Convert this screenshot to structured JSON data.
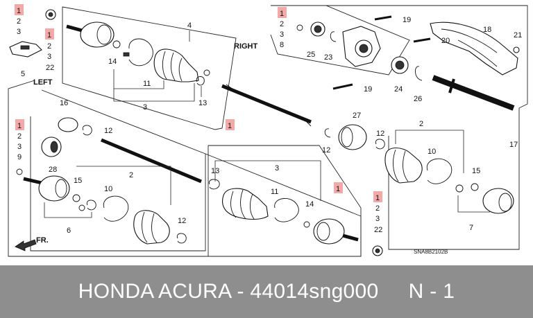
{
  "diagram": {
    "section_right": "RIGHT",
    "section_left": "LEFT",
    "direction_marker": "FR.",
    "drawing_code": "SNA8B2102B",
    "highlight_color": "#f4a9a9",
    "refs": {
      "r1a": "1",
      "r2a": "2",
      "r3a": "3",
      "r1b": "1",
      "r2b": "2",
      "r3b": "3",
      "r22b": "22",
      "r4": "4",
      "r14a": "14",
      "r11a": "11",
      "r3c": "3",
      "r13a": "13",
      "r1c": "1",
      "r1d": "1",
      "r2d": "2",
      "r3d": "3",
      "r8d": "8",
      "r19a": "19",
      "r25": "25",
      "r23": "23",
      "r19b": "19",
      "r18": "18",
      "r20": "20",
      "r21": "21",
      "r24": "24",
      "r26": "26",
      "r27": "27",
      "r12a": "12",
      "r12b": "12",
      "r2e": "2",
      "r10a": "10",
      "r15a": "15",
      "r17": "17",
      "r7": "7",
      "r5": "5",
      "r16": "16",
      "r12c": "12",
      "r1f": "1",
      "r2f": "2",
      "r3f": "3",
      "r9f": "9",
      "r28": "28",
      "r15b": "15",
      "r6": "6",
      "r2g": "2",
      "r10b": "10",
      "r12d": "12",
      "r13b": "13",
      "r3h": "3",
      "r11b": "11",
      "r14b": "14",
      "r1i": "1",
      "r1j": "1",
      "r2j": "2",
      "r3j": "3",
      "r22j": "22"
    }
  },
  "footer": {
    "text": "HONDA ACURA - 44014sng000     N - 1"
  }
}
